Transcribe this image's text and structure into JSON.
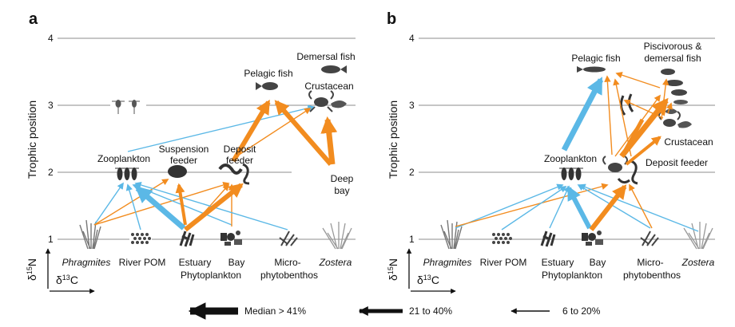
{
  "panels": [
    {
      "letter": "a",
      "y_axis_label": "Trophic position",
      "y_ticks": [
        "1",
        "2",
        "3",
        "4"
      ],
      "sources": [
        "Phragmites",
        "River POM",
        "Estuary",
        "Phytoplankton",
        "Bay",
        "Micro-",
        "phytobenthos",
        "Zostera"
      ],
      "consumers": {
        "zooplankton": "Zooplankton",
        "suspension_1": "Suspension",
        "suspension_2": "feeder",
        "deposit_1": "Deposit",
        "deposit_2": "feeder",
        "pelagic_fish": "Pelagic fish",
        "demersal_fish": "Demersal fish",
        "crustacean": "Crustacean",
        "deep_1": "Deep",
        "deep_2": "bay"
      }
    },
    {
      "letter": "b",
      "y_axis_label": "Trophic position",
      "y_ticks": [
        "1",
        "2",
        "3",
        "4"
      ],
      "sources": [
        "Phragmites",
        "River POM",
        "Estuary",
        "Phytoplankton",
        "Bay",
        "Micro-",
        "phytobenthos",
        "Zostera"
      ],
      "consumers": {
        "zooplankton": "Zooplankton",
        "deposit": "Deposit feeder",
        "pelagic_fish": "Pelagic fish",
        "pisc_1": "Piscivorous &",
        "pisc_2": "demersal fish",
        "crustacean": "Crustacean"
      }
    }
  ],
  "axis_keys": {
    "n_delta": "δ",
    "n_sup": "15",
    "n_elem": "N",
    "c_delta": "δ",
    "c_sup": "13",
    "c_elem": "C"
  },
  "legend": [
    {
      "label": "Median > 41%"
    },
    {
      "label": "21 to 40%"
    },
    {
      "label": "6 to 20%"
    }
  ],
  "colors": {
    "orange": "#f28c1f",
    "blue": "#5bb8e6",
    "grid": "#8c8c8c",
    "icon": "#555555",
    "legend_arrow": "#111111"
  }
}
